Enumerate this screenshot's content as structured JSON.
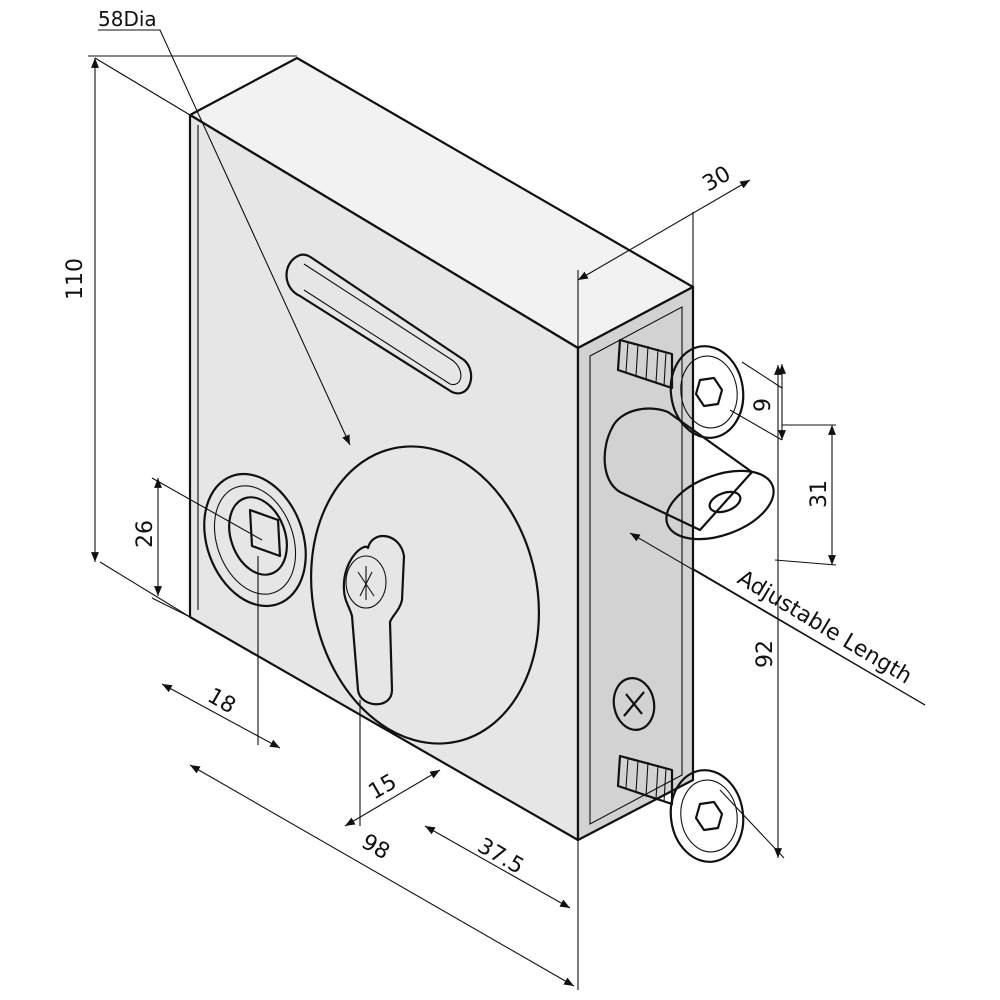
{
  "drawing": {
    "dimensions": {
      "dia": "58Dia",
      "height": "110",
      "width_top": "30",
      "screw_head": "9",
      "bolt_offset": "31",
      "follower_height": "26",
      "follower_offset": "18",
      "cylinder_offset": "15",
      "backset": "37.5",
      "body_width": "98",
      "fixing_centres": "92",
      "adjustable": "Adjustable Length"
    },
    "colors": {
      "line": "#111111",
      "face": "#e6e6e6",
      "side": "#d2d2d2",
      "top": "#f2f2f2"
    }
  }
}
